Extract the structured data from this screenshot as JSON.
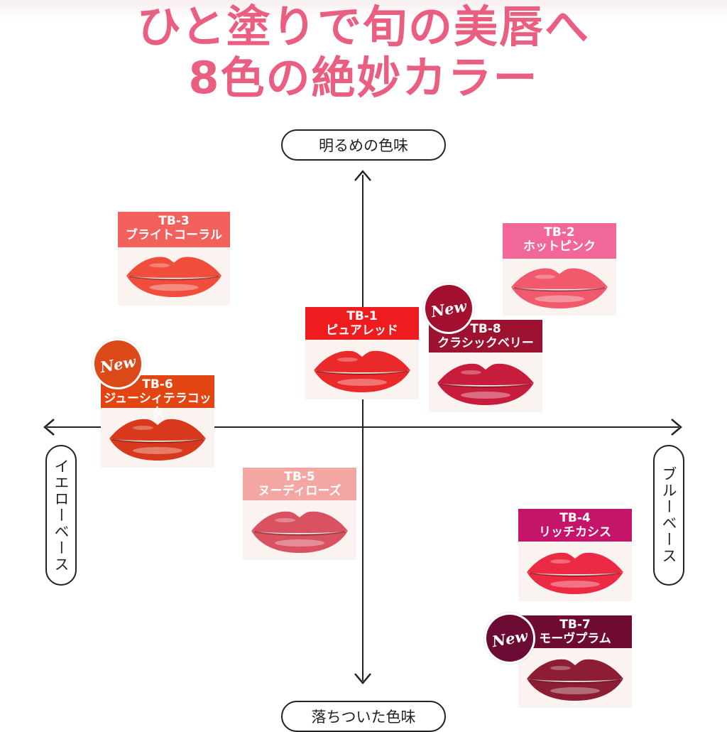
{
  "headline": {
    "line1": "ひと塗りで旬の美唇へ",
    "line2": "8色の絶妙カラー"
  },
  "axes": {
    "top": "明るめの色味",
    "bottom": "落ちついた色味",
    "left": "イエローベース",
    "right": "ブルーベース"
  },
  "badge_text": "New",
  "shades": [
    {
      "code": "TB-3",
      "name": "ブライトコーラル",
      "label_color": "#f2615c",
      "lip_color": "#f04d3c"
    },
    {
      "code": "TB-2",
      "name": "ホットピンク",
      "label_color": "#f2679a",
      "lip_color": "#f05a6c"
    },
    {
      "code": "TB-1",
      "name": "ピュアレッド",
      "label_color": "#ef1c1f",
      "lip_color": "#ea2a2a"
    },
    {
      "code": "TB-8",
      "name": "クラシックベリー",
      "label_color": "#9d1230",
      "lip_color": "#c81c3c",
      "is_new": true
    },
    {
      "code": "TB-6",
      "name": "ジューシィテラコッタ",
      "label_color": "#e24512",
      "lip_color": "#d8381c",
      "is_new": true
    },
    {
      "code": "TB-5",
      "name": "ヌーディローズ",
      "label_color": "#f4a6a3",
      "lip_color": "#d85262"
    },
    {
      "code": "TB-4",
      "name": "リッチカシス",
      "label_color": "#c4156a",
      "lip_color": "#ec2a44"
    },
    {
      "code": "TB-7",
      "name": "モーヴプラム",
      "label_color": "#6f0a33",
      "lip_color": "#8c1d34",
      "is_new": true
    }
  ]
}
